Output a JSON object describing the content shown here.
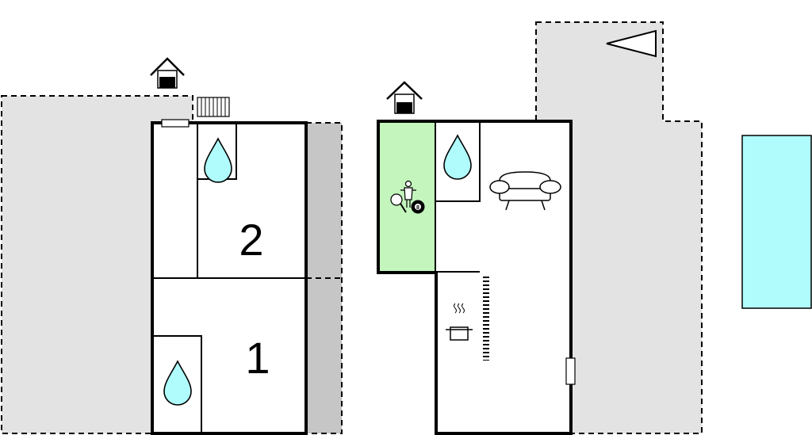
{
  "floorplan": {
    "rooms": [
      {
        "number": "1"
      },
      {
        "number": "2"
      }
    ],
    "billiard_ball_number": "8",
    "icons": [
      "entrance-icon",
      "radiator-icon",
      "bathroom-water-drop-icon",
      "table-tennis-icon",
      "table-football-icon",
      "billiards-icon",
      "sofa-icon",
      "cooking-pot-icon",
      "staircase-icon",
      "compass-direction-icon",
      "swimming-pool"
    ],
    "colors": {
      "terrace": "#e3e3e3",
      "covered_terrace": "#c6c6c6",
      "activity_room": "#c3f5bc",
      "pool": "#b0fcfc",
      "walls": "#000000"
    }
  }
}
